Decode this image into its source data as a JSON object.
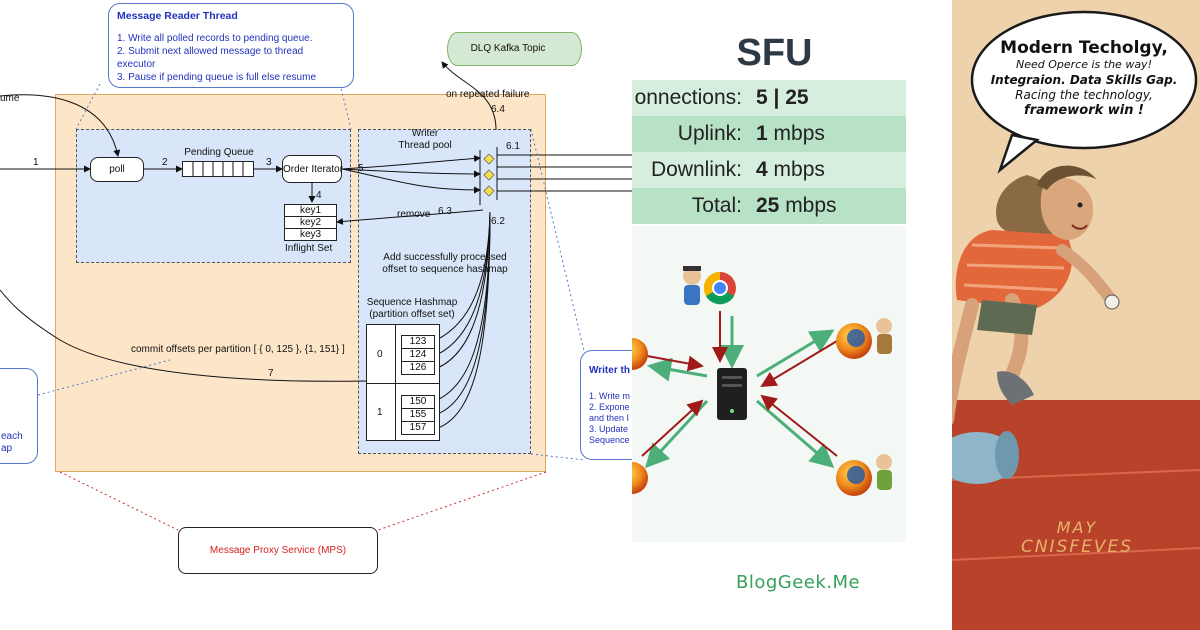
{
  "diagram": {
    "reader_note": {
      "title": "Message Reader Thread",
      "lines": [
        "1. Write all polled records to pending queue.",
        "2. Submit next allowed message to thread",
        "executor",
        "3. Pause if pending queue is full else resume"
      ]
    },
    "dlq": "DLQ Kafka Topic",
    "on_failure": "on repeated failure",
    "resume_fragment": "ume",
    "poll": "poll",
    "pending_queue": "Pending Queue",
    "order_iterator": "Order Iterator",
    "inflight": {
      "keys": [
        "key1",
        "key2",
        "key3"
      ],
      "label": "Inflight Set"
    },
    "writer_pool": [
      "Writer",
      "Thread pool"
    ],
    "remove": "remove",
    "steps": {
      "s1": "1",
      "s2": "2",
      "s3": "3",
      "s4": "4",
      "s5": "5",
      "s61": "6.1",
      "s62": "6.2",
      "s63": "6.3",
      "s64": "6.4",
      "s7": "7"
    },
    "add_offset": [
      "Add successfully processed",
      "offset to sequence hashmap"
    ],
    "seq_hashmap": {
      "title": [
        "Sequence Hashmap",
        "(partition offset set)"
      ],
      "p0": "0",
      "p0_values": [
        "123",
        "124",
        "126"
      ],
      "p1": "1",
      "p1_values": [
        "150",
        "155",
        "157"
      ]
    },
    "commit": "commit offsets per partition [ { 0, 125 }, {1, 151} ]",
    "writer_note": {
      "title": "Writer th",
      "lines": [
        "1. Write m",
        "2. Expone",
        "and then I",
        "3. Update",
        "Sequence"
      ]
    },
    "left_note_lines": [
      "each",
      "ap"
    ],
    "mps": "Message Proxy Service (MPS)"
  },
  "sfu": {
    "title": "SFU",
    "stats": [
      {
        "key": "onnections:",
        "bold": "5 | 25",
        "rest": ""
      },
      {
        "key": "Uplink:",
        "bold": "1",
        "rest": " mbps"
      },
      {
        "key": "Downlink:",
        "bold": "4",
        "rest": " mbps"
      },
      {
        "key": "Total:",
        "bold": "25",
        "rest": " mbps"
      }
    ],
    "brand": "BlogGeek.Me"
  },
  "comic": {
    "bubble_lines": [
      "Modern Techolgy,",
      "Need Operce is the way!",
      "Integraion. Data Skills Gap.",
      "Racing the technology,",
      "framework win !"
    ],
    "floor_lines": [
      "MAY",
      "CNISFEVES"
    ]
  },
  "colors": {
    "orange_fill": "#fde5c8",
    "blue_fill": "#d9e6f9",
    "dlq_fill": "#d5e8d4",
    "sfu_light": "#d6eede",
    "sfu_dark": "#b8e2c6",
    "brand_green": "#37a05c",
    "comic_track": "#b8432a"
  }
}
